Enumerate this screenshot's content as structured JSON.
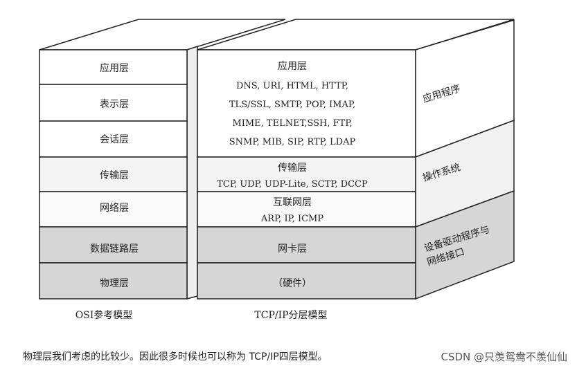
{
  "osi": {
    "layers": [
      "应用层",
      "表示层",
      "会话层",
      "传输层",
      "网络层",
      "数据链路层",
      "物理层"
    ],
    "label": "OSI参考模型"
  },
  "tcpip": {
    "application": {
      "title": "应用层",
      "lines": [
        "DNS, URI, HTML, HTTP,",
        "TLS/SSL, SMTP, POP, IMAP,",
        "MIME, TELNET,SSH, FTP,",
        "SNMP, MIB, SIP, RTP, LDAP"
      ]
    },
    "transport": {
      "title": "传输层",
      "lines": [
        "TCP, UDP, UDP-Lite, SCTP, DCCP"
      ]
    },
    "internet": {
      "title": "互联网层",
      "lines": [
        "ARP, IP, ICMP"
      ]
    },
    "link": {
      "title": "网卡层"
    },
    "hardware": {
      "title": "（硬件）"
    },
    "label": "TCP/IP分层模型"
  },
  "side": {
    "app": "应用程序",
    "os": "操作系统",
    "driver": [
      "设备驱动程序与",
      "网络接口"
    ]
  },
  "caption": "物理层我们考虑的比较少。因此很多时候也可以称为 TCP/IP四层模型。",
  "watermark": "CSDN @只羡鸳鸯不羡仙仙",
  "colors": {
    "white": "#ffffff",
    "light": "#f1f1f1",
    "gray": "#d6d6d6",
    "line": "#222222"
  }
}
